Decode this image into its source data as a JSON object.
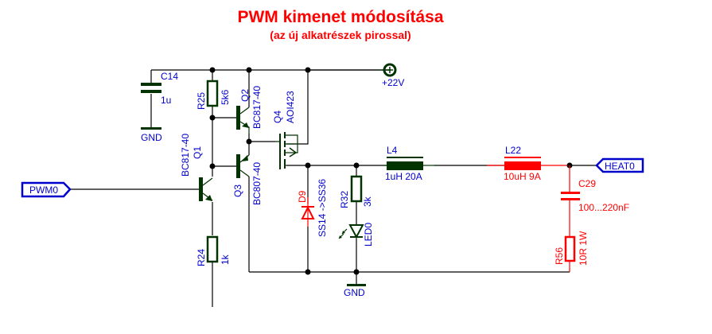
{
  "title": {
    "main": "PWM kimenet módosítása",
    "subtitle": "(az új alkatrészek pirossal)"
  },
  "colors": {
    "new_parts": "#ff0000",
    "existing_parts": "#003300",
    "labels": "#0000cc",
    "wires": "#000000"
  },
  "ports": {
    "input": {
      "label": "PWM0"
    },
    "output": {
      "label": "HEAT0"
    },
    "supply": {
      "label": "+22V",
      "icon": "power-supply-icon"
    }
  },
  "ground_labels": [
    "GND",
    "GND"
  ],
  "components": {
    "C14": {
      "ref": "C14",
      "value": "1u"
    },
    "R25": {
      "ref": "R25",
      "value": "5k6"
    },
    "Q2": {
      "ref": "Q2",
      "value": "BC817-40"
    },
    "Q4": {
      "ref": "Q4",
      "value": "AOI423"
    },
    "Q1": {
      "ref": "Q1",
      "value": "BC817-40"
    },
    "Q3": {
      "ref": "Q3",
      "value": "BC807-40"
    },
    "R24": {
      "ref": "R24",
      "value": "1k"
    },
    "D9": {
      "ref": "D9",
      "value": "SS14 ->SS36",
      "new": true
    },
    "R32": {
      "ref": "R32",
      "value": "3k"
    },
    "LED0": {
      "ref": "LED0",
      "value": ""
    },
    "L4": {
      "ref": "L4",
      "value": "1uH 20A"
    },
    "L22": {
      "ref": "L22",
      "value": "10uH 9A",
      "new": true
    },
    "C29": {
      "ref": "C29",
      "value": "100...220nF",
      "new": true
    },
    "R56": {
      "ref": "R56",
      "value": "10R 1W",
      "new": true
    }
  }
}
